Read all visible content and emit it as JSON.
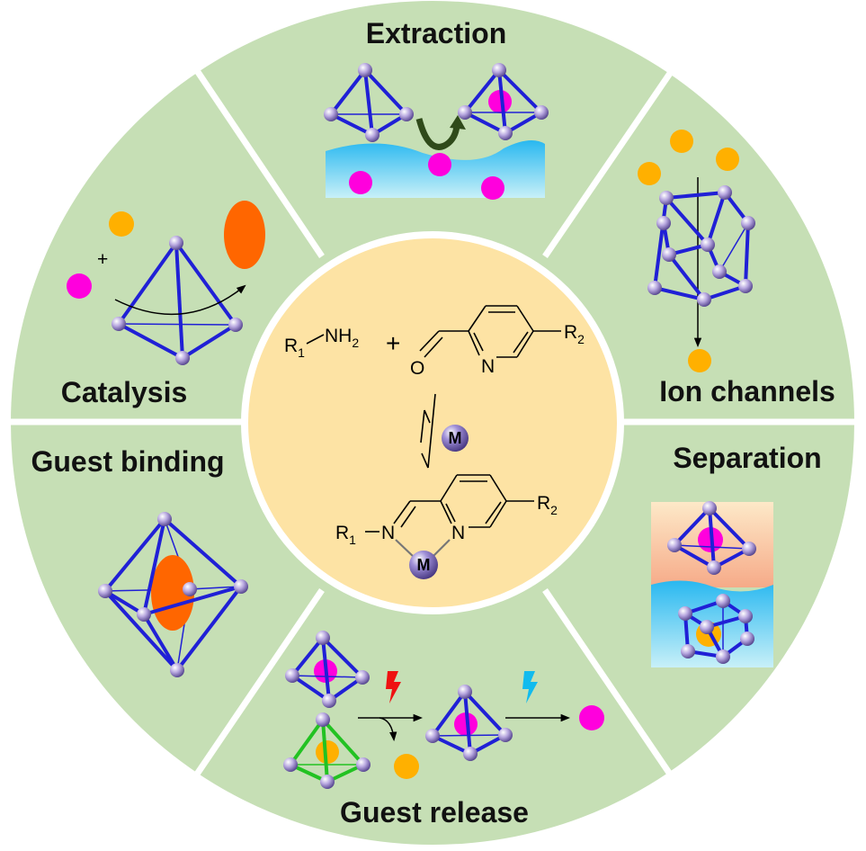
{
  "segments": {
    "extraction": "Extraction",
    "ion_channels": "Ion channels",
    "separation": "Separation",
    "guest_release": "Guest release",
    "guest_binding": "Guest binding",
    "catalysis": "Catalysis"
  },
  "scheme": {
    "amine_r": "R",
    "amine_r_sub": "1",
    "amine_group": "NH",
    "amine_group_sub": "2",
    "plus": "+",
    "aldehyde_o": "O",
    "pyridine_n": "N",
    "sub_r": "R",
    "sub_r_sub": "2",
    "metal": "M",
    "product_r1": "R",
    "product_r1_sub": "1",
    "product_n_imine": "N",
    "product_n_py": "N",
    "product_r2": "R",
    "product_r2_sub": "2",
    "product_metal": "M"
  },
  "colors": {
    "segment_fill": "#c6dfb5",
    "center_fill": "#fde3a4",
    "cage_edge": "#2020d6",
    "cage_edge_alt": "#22c222",
    "vertex": "#9a88c8",
    "guest_magenta": "#ff00dd",
    "guest_orange": "#ffb000",
    "guest_large": "#ff6600",
    "water_top": "#29b8f0",
    "water_bottom": "#c8f0f8",
    "organic_top": "#f6aa88",
    "organic_bottom": "#fde9c8",
    "stimulus_red": "#ee1111",
    "stimulus_blue": "#11bbee",
    "curve_arrow": "#2f4a1a"
  }
}
